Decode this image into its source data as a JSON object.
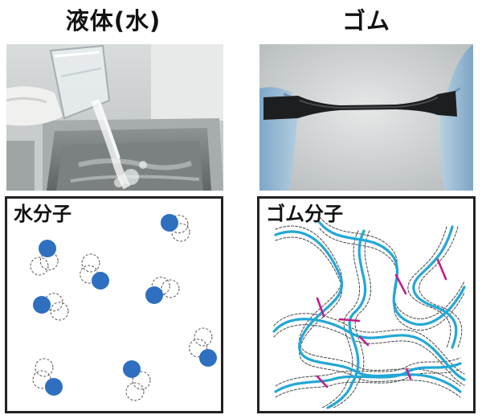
{
  "titles": {
    "left": "液体(水)",
    "right": "ゴム"
  },
  "panels": {
    "left_label": "水分子",
    "right_label": "ゴム分子"
  },
  "colors": {
    "molecule_blue": "#2e6fc0",
    "chain_cyan": "#22a7d6",
    "crosslink_magenta": "#c21e8a"
  }
}
